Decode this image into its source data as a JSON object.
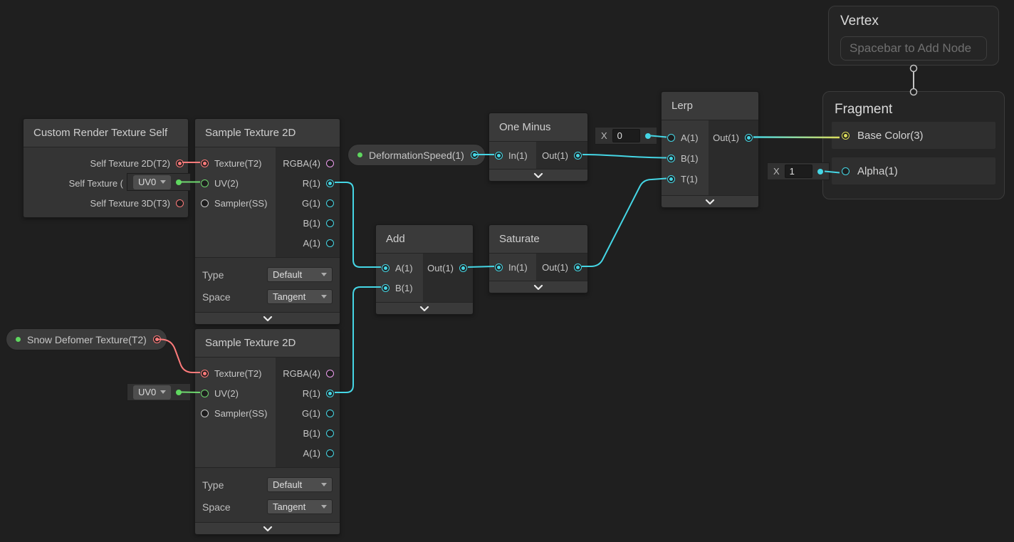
{
  "palette": {
    "background": "#1F1F1F",
    "wire_float": "#45D6E5",
    "wire_texture2d": "#FF7B7B",
    "wire_vector2": "#6FD86F",
    "port_vector4": "#EE9EEE",
    "port_vector3": "#DCDC5A",
    "wire_master": "#C4C4C4"
  },
  "icons": {
    "collapse": "chevron-down",
    "dropdown": "caret-down",
    "property": "green-dot"
  },
  "master": {
    "vertex": {
      "title": "Vertex",
      "placeholder": "Spacebar to Add Node"
    },
    "fragment": {
      "title": "Fragment",
      "slots": [
        {
          "label": "Base Color(3)"
        },
        {
          "label": "Alpha(1)"
        }
      ]
    }
  },
  "nodes": {
    "custom_render": {
      "title": "Custom Render Texture Self",
      "outputs": [
        "Self Texture 2D(T2)",
        "Self Texture (",
        "Self Texture 3D(T3)"
      ]
    },
    "sample1": {
      "title": "Sample Texture 2D",
      "inputs": [
        "Texture(T2)",
        "UV(2)",
        "Sampler(SS)"
      ],
      "outputs": [
        "RGBA(4)",
        "R(1)",
        "G(1)",
        "B(1)",
        "A(1)"
      ],
      "params": [
        {
          "label": "Type",
          "value": "Default"
        },
        {
          "label": "Space",
          "value": "Tangent"
        }
      ]
    },
    "sample2": {
      "title": "Sample Texture 2D",
      "inputs": [
        "Texture(T2)",
        "UV(2)",
        "Sampler(SS)"
      ],
      "outputs": [
        "RGBA(4)",
        "R(1)",
        "G(1)",
        "B(1)",
        "A(1)"
      ],
      "params": [
        {
          "label": "Type",
          "value": "Default"
        },
        {
          "label": "Space",
          "value": "Tangent"
        }
      ]
    },
    "one_minus": {
      "title": "One Minus",
      "inputs": [
        "In(1)"
      ],
      "outputs": [
        "Out(1)"
      ]
    },
    "add": {
      "title": "Add",
      "inputs": [
        "A(1)",
        "B(1)"
      ],
      "outputs": [
        "Out(1)"
      ]
    },
    "saturate": {
      "title": "Saturate",
      "inputs": [
        "In(1)"
      ],
      "outputs": [
        "Out(1)"
      ]
    },
    "lerp": {
      "title": "Lerp",
      "inputs": [
        "A(1)",
        "B(1)",
        "T(1)"
      ],
      "outputs": [
        "Out(1)"
      ]
    }
  },
  "properties": {
    "deformation_speed": {
      "label": "DeformationSpeed(1)"
    },
    "snow_deformer": {
      "label": "Snow Defomer Texture(T2)"
    }
  },
  "widgets": {
    "uv0_1": {
      "value": "UV0"
    },
    "uv0_2": {
      "value": "UV0"
    },
    "x0": {
      "label": "X",
      "value": "0"
    },
    "x1": {
      "label": "X",
      "value": "1"
    }
  }
}
